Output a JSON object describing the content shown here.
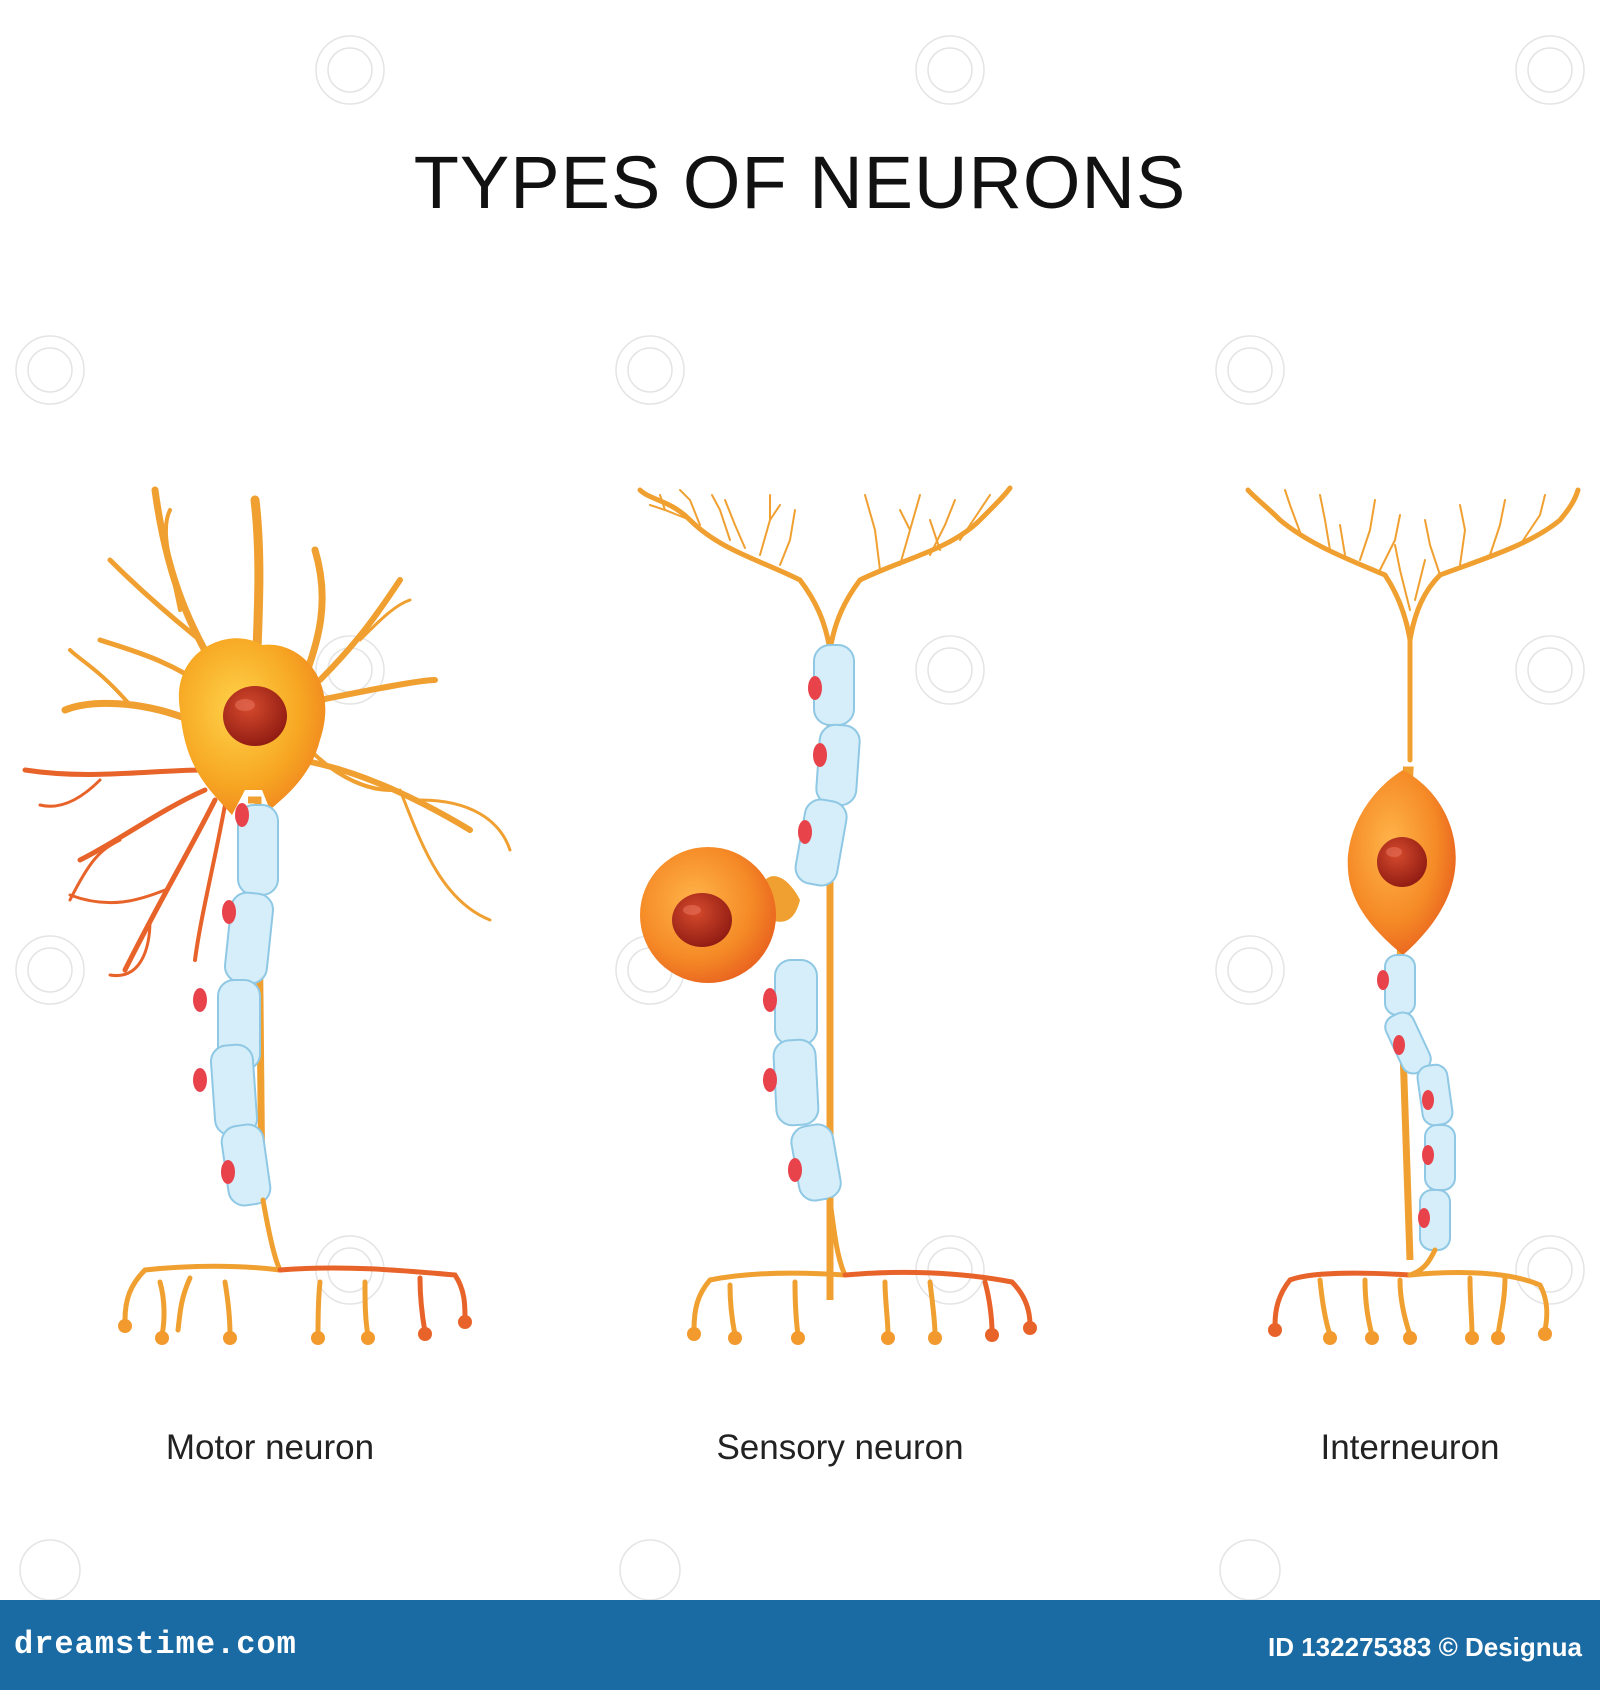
{
  "diagram": {
    "title": "TYPES OF NEURONS",
    "neurons": [
      {
        "label": "Motor neuron"
      },
      {
        "label": "Sensory neuron"
      },
      {
        "label": "Interneuron"
      }
    ]
  },
  "footer": {
    "brand": "dreamstime.com",
    "credit": "ID 132275383 © Designua"
  },
  "colors": {
    "soma": "#f5a623",
    "soma_dark": "#e8632a",
    "nucleus": "#b2271d",
    "myelin": "#cfeaf7",
    "myelin_stroke": "#8fc8e4",
    "node": "#e8434b",
    "dendrite": "#f0a030",
    "footer": "#1a6aa3"
  }
}
